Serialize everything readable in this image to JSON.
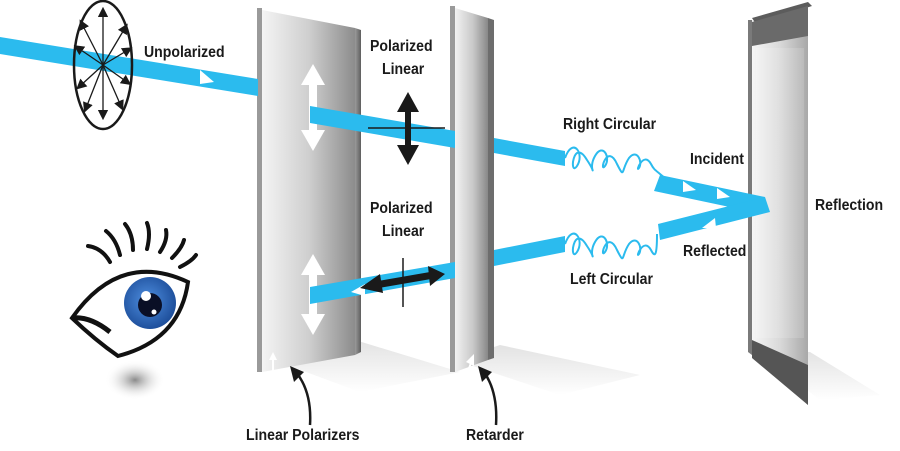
{
  "labels": {
    "unpolarized": "Unpolarized",
    "polarized_linear_top_1": "Polarized",
    "polarized_linear_top_2": "Linear",
    "polarized_linear_bottom_1": "Polarized",
    "polarized_linear_bottom_2": "Linear",
    "right_circular": "Right Circular",
    "left_circular": "Left Circular",
    "incident": "Incident",
    "reflected": "Reflected",
    "reflection": "Reflection",
    "linear_polarizers": "Linear Polarizers",
    "retarder": "Retarder"
  },
  "colors": {
    "beam": "#2bbbee",
    "text": "#1a1a1a",
    "iris": "#1f5fae",
    "panel_light": "#ececec",
    "panel_dark": "#8a8a8a"
  },
  "icons": {
    "eye": "eye-icon",
    "polarization_rose": "unpolarized-vectors-icon"
  }
}
